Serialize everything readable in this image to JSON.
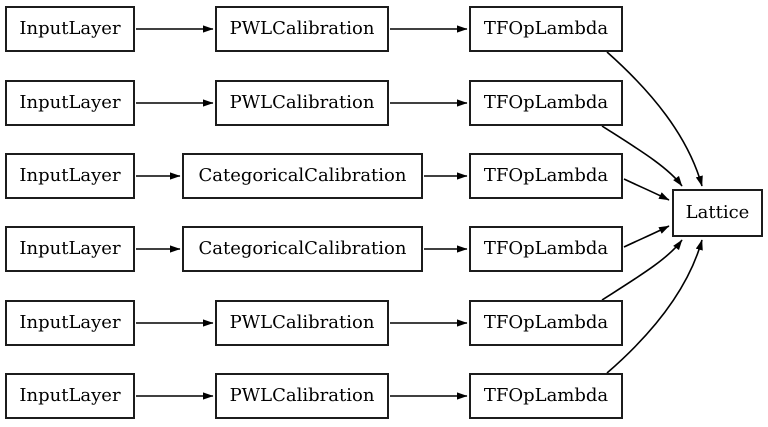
{
  "diagram": {
    "rows": [
      {
        "input": "InputLayer",
        "calibration": "PWLCalibration",
        "lambda": "TFOpLambda"
      },
      {
        "input": "InputLayer",
        "calibration": "PWLCalibration",
        "lambda": "TFOpLambda"
      },
      {
        "input": "InputLayer",
        "calibration": "CategoricalCalibration",
        "lambda": "TFOpLambda"
      },
      {
        "input": "InputLayer",
        "calibration": "CategoricalCalibration",
        "lambda": "TFOpLambda"
      },
      {
        "input": "InputLayer",
        "calibration": "PWLCalibration",
        "lambda": "TFOpLambda"
      },
      {
        "input": "InputLayer",
        "calibration": "PWLCalibration",
        "lambda": "TFOpLambda"
      }
    ],
    "output_node": "Lattice"
  },
  "colors": {
    "background": "#ffffff",
    "node_fill": "#ffffff",
    "node_border": "#1c1c1c",
    "edge": "#000000",
    "text": "#000000"
  }
}
